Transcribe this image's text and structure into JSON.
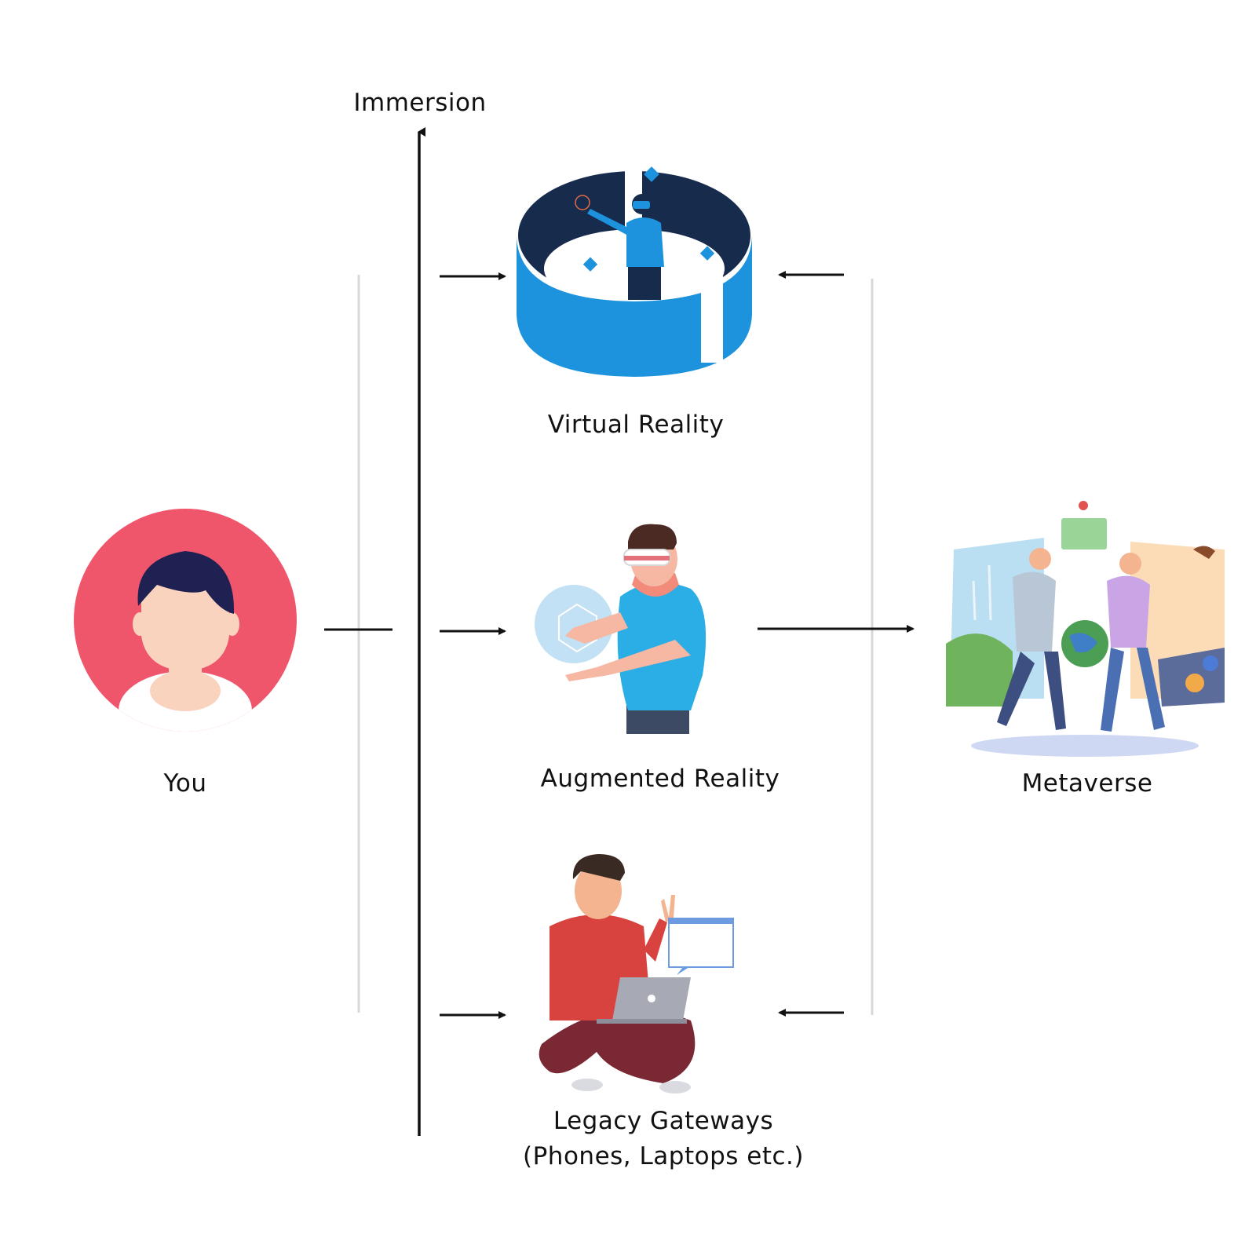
{
  "axis": {
    "label": "Immersion"
  },
  "nodes": {
    "you": {
      "label": "You",
      "icon": "person-avatar-icon"
    },
    "vr": {
      "label": "Virtual Reality",
      "icon": "vr-headset-user-icon"
    },
    "ar": {
      "label": "Augmented Reality",
      "icon": "ar-headset-user-icon"
    },
    "legacy": {
      "label_line1": "Legacy Gateways",
      "label_line2": "(Phones, Laptops etc.)",
      "icon": "laptop-user-icon"
    },
    "metaverse": {
      "label": "Metaverse",
      "icon": "metaverse-scene-icon"
    }
  },
  "colors": {
    "avatar_bg": "#f0566b",
    "vr_blue": "#1e93dd",
    "vr_dark": "#172b4d",
    "ar_shirt": "#2aaee5",
    "hoodie_red": "#d9433f",
    "pants_maroon": "#7a2833",
    "arrow": "#111111",
    "guide_line": "#d8d8d8"
  }
}
